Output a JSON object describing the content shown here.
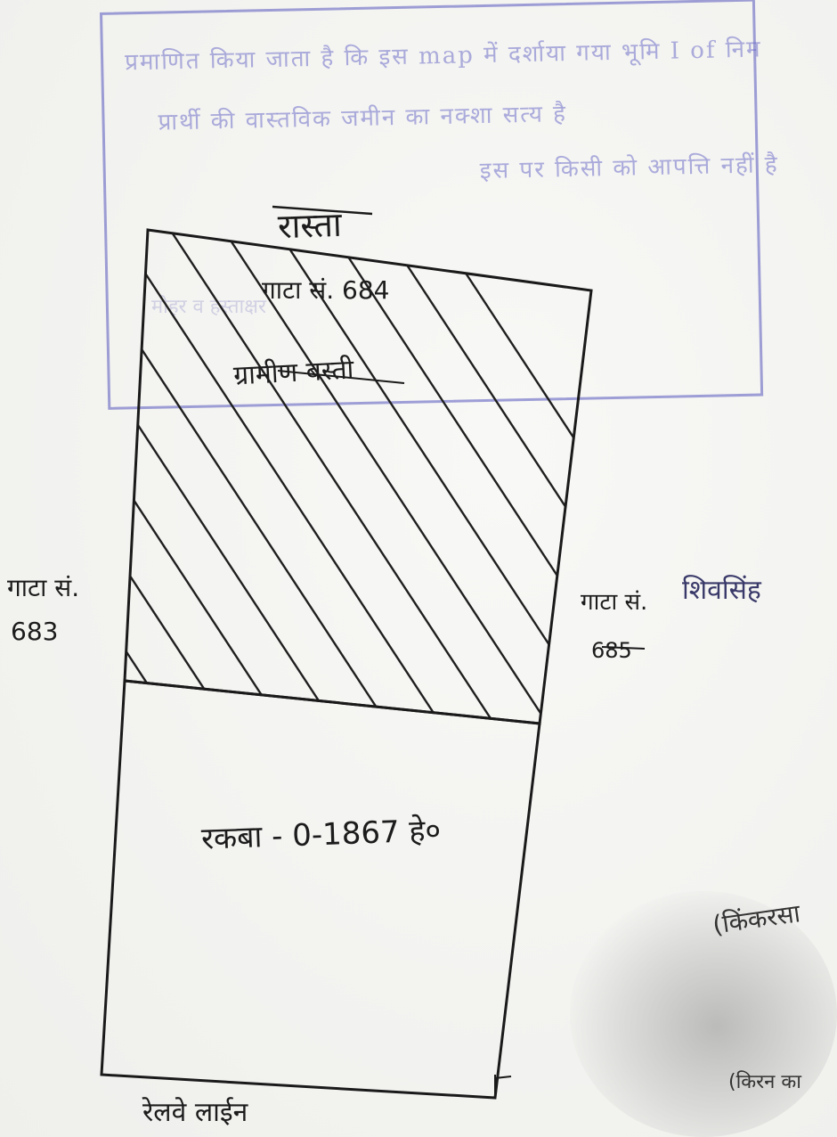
{
  "stamp": {
    "lines": [
      "प्रमाणित किया जाता है कि इस map में दर्शाया गया भूमि I of निम",
      "प्रार्थी की वास्तविक जमीन का नक्शा सत्य है",
      "इस पर किसी को आपत्ति नहीं है"
    ],
    "ghost_text": "मोहर व हस्ताक्षर"
  },
  "map": {
    "north_label": "रास्ता",
    "plot_main_label": "गाटा सं. 684",
    "plot_mid_label": "ग्रामीण बस्ती",
    "left_label": "गाटा सं.",
    "left_number": "683",
    "right_label": "गाटा सं.",
    "right_number": "685",
    "right_owner": "शिवसिंह",
    "area_text": "रकबा - 0-1867 हे०",
    "bottom_label": "रेलवे लाईन"
  },
  "signatures": {
    "sig1": "(किंकरसा",
    "sig2": "(किरन का"
  }
}
